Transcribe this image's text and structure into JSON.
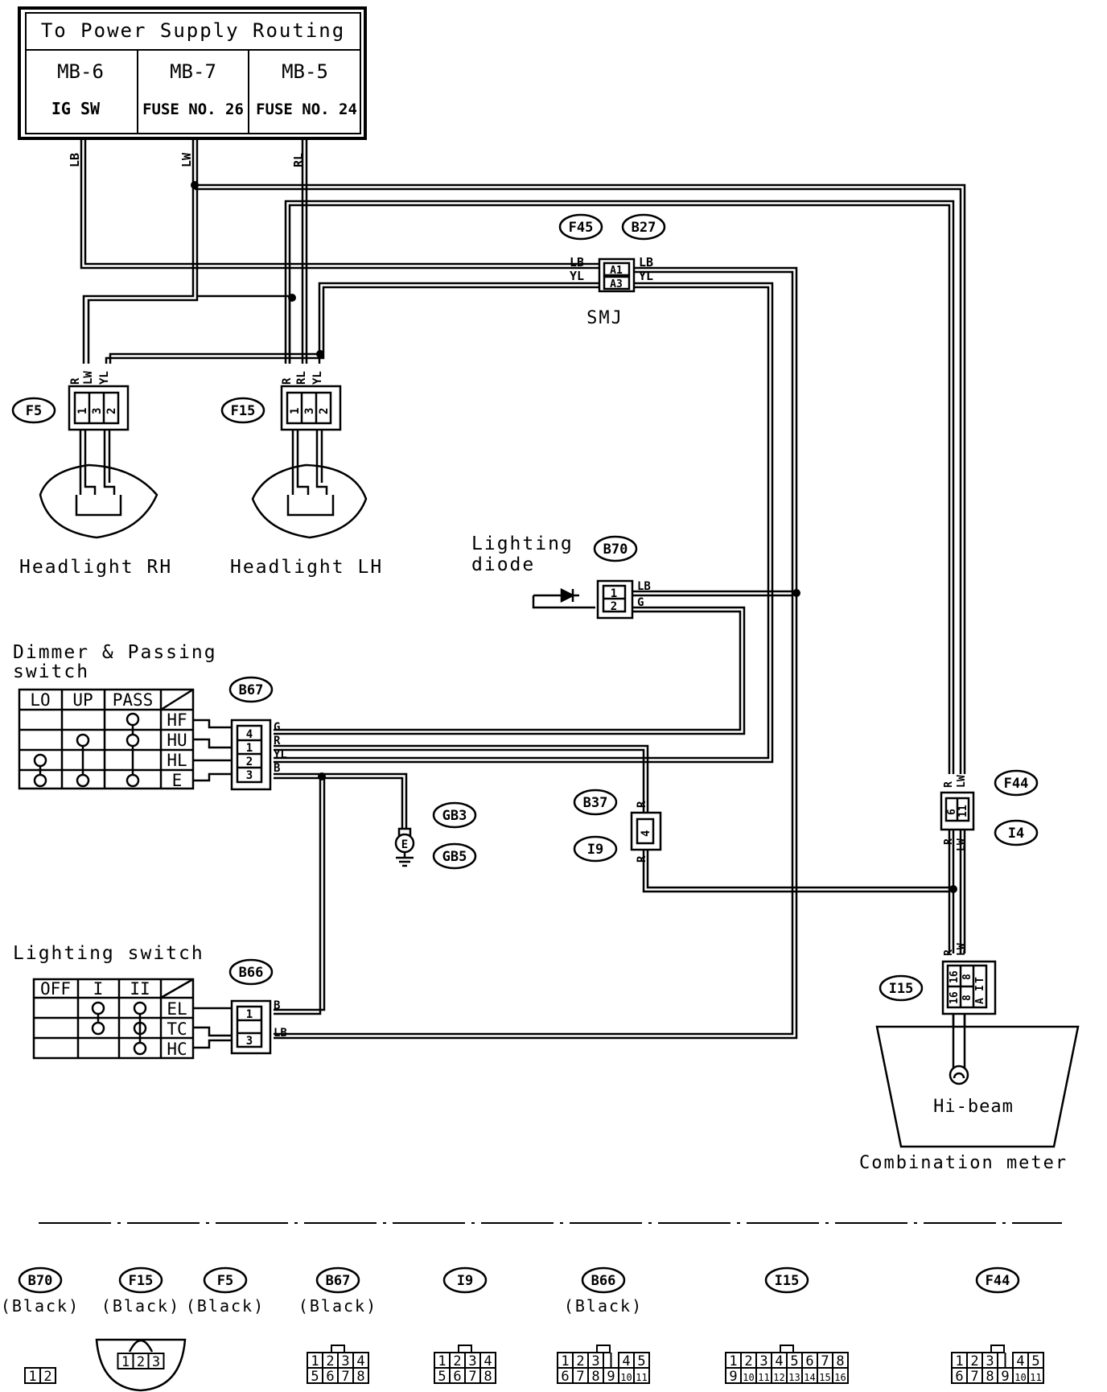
{
  "power_box": {
    "title": "To Power Supply Routing",
    "cells": [
      {
        "name": "MB-6",
        "desc": "IG SW"
      },
      {
        "name": "MB-7",
        "desc": "FUSE NO. 26"
      },
      {
        "name": "MB-5",
        "desc": "FUSE NO. 24"
      }
    ],
    "wires": [
      "LB",
      "LW",
      "RL"
    ]
  },
  "connector_ids": {
    "f45": "F45",
    "b27": "B27",
    "f5": "F5",
    "f15": "F15",
    "b70": "B70",
    "b67": "B67",
    "gb3": "GB3",
    "gb5": "GB5",
    "b37": "B37",
    "i9": "I9",
    "f44": "F44",
    "i4": "I4",
    "b66": "B66",
    "i15": "I15"
  },
  "smj": {
    "label": "SMJ",
    "pins": [
      "A1",
      "A3"
    ],
    "wires_left": [
      "LB",
      "YL"
    ],
    "wires_right": [
      "LB",
      "YL"
    ]
  },
  "headlight_rh": {
    "label": "Headlight RH",
    "wires": [
      "R",
      "LW",
      "YL"
    ],
    "pins": [
      "1",
      "3",
      "2"
    ]
  },
  "headlight_lh": {
    "label": "Headlight LH",
    "wires": [
      "R",
      "RL",
      "YL"
    ],
    "pins": [
      "1",
      "3",
      "2"
    ]
  },
  "lighting_diode": {
    "label_line1": "Lighting",
    "label_line2": "diode",
    "pins": [
      "1",
      "2"
    ],
    "wires": [
      "LB",
      "G"
    ]
  },
  "dimmer_switch": {
    "label_line1": "Dimmer & Passing",
    "label_line2": "switch",
    "columns": [
      "LO",
      "UP",
      "PASS"
    ],
    "rows": [
      "HF",
      "HU",
      "HL",
      "E"
    ],
    "pins": [
      "4",
      "1",
      "2",
      "3"
    ],
    "wires": [
      "G",
      "R",
      "YL",
      "B"
    ]
  },
  "ground": {
    "symbol": "E"
  },
  "relay_b37": {
    "pin": "4",
    "wire_top": "R",
    "wire_bottom": "R"
  },
  "f44_conn": {
    "pins": [
      "6",
      "11"
    ],
    "wires_top": [
      "R",
      "LW"
    ],
    "wires_bottom": [
      "R",
      "LW"
    ]
  },
  "lighting_switch": {
    "label": "Lighting switch",
    "columns": [
      "OFF",
      "I",
      "II"
    ],
    "rows": [
      "EL",
      "TC",
      "HC"
    ],
    "pins": [
      "1",
      "3"
    ],
    "wires": [
      "B",
      "LB"
    ]
  },
  "combination_meter": {
    "label": "Combination meter",
    "inner_label": "Hi-beam",
    "wires": [
      "R",
      "LW"
    ],
    "pins": [
      "16",
      "8",
      "16",
      "8"
    ],
    "side_labels": [
      "A",
      "I",
      "T"
    ]
  },
  "connector_views": [
    {
      "id": "B70",
      "color": "(Black)",
      "rows": [
        [
          "1",
          "2"
        ]
      ]
    },
    {
      "id": "F15",
      "color": "(Black)",
      "rows": [
        [
          "1",
          "2",
          "3"
        ]
      ]
    },
    {
      "id": "F5",
      "color": "(Black)",
      "rows": []
    },
    {
      "id": "B67",
      "color": "(Black)",
      "rows": [
        [
          "1",
          "2",
          "3",
          "4"
        ],
        [
          "5",
          "6",
          "7",
          "8"
        ]
      ]
    },
    {
      "id": "I9",
      "color": "",
      "rows": [
        [
          "1",
          "2",
          "3",
          "4"
        ],
        [
          "5",
          "6",
          "7",
          "8"
        ]
      ]
    },
    {
      "id": "B66",
      "color": "(Black)",
      "rows": [
        [
          "1",
          "2",
          "3",
          "",
          "4",
          "5"
        ],
        [
          "6",
          "7",
          "8",
          "9",
          "10",
          "11"
        ]
      ]
    },
    {
      "id": "I15",
      "color": "",
      "rows": [
        [
          "1",
          "2",
          "3",
          "4",
          "5",
          "6",
          "7",
          "8"
        ],
        [
          "9",
          "10",
          "11",
          "12",
          "13",
          "14",
          "15",
          "16"
        ]
      ]
    },
    {
      "id": "F44",
      "color": "",
      "rows": [
        [
          "1",
          "2",
          "3",
          "",
          "4",
          "5"
        ],
        [
          "6",
          "7",
          "8",
          "9",
          "10",
          "11"
        ]
      ]
    }
  ]
}
